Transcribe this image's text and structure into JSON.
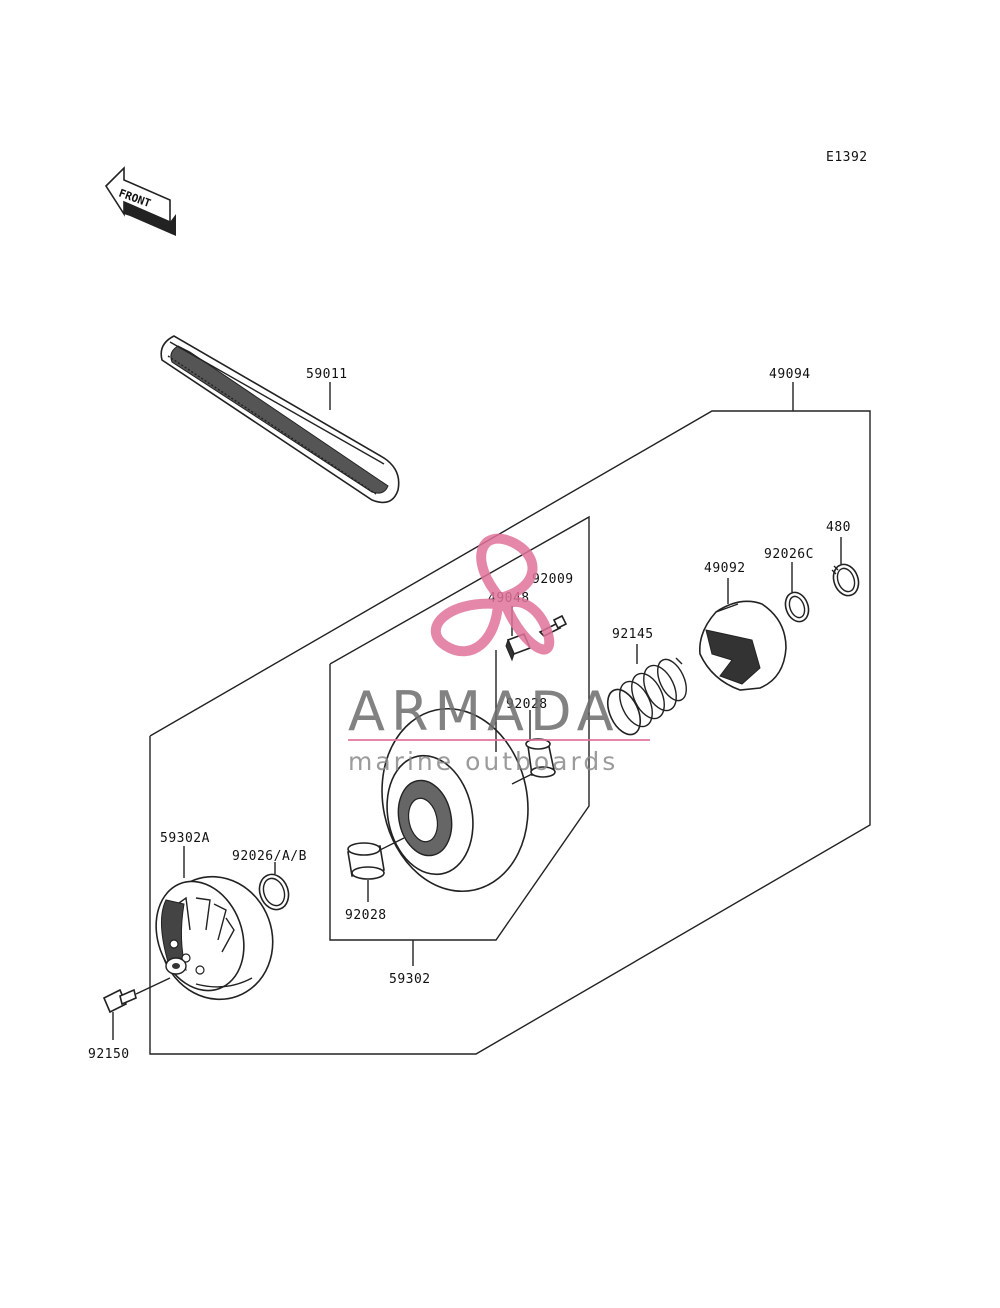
{
  "diagram_code": "E1392",
  "front_label": "FRONT",
  "watermark": {
    "brand": "ARMADA",
    "tagline": "marine outboards",
    "color": "#e0739a"
  },
  "parts": {
    "belt": "59011",
    "assembly": "49094",
    "bolt_top": "92009",
    "slider": "49048",
    "spring": "92145",
    "cam": "49092",
    "washer_c": "92026C",
    "circlip": "480",
    "bushing_upper": "92028",
    "bushing_lower": "92028",
    "sheave_sub": "59302",
    "sheave_a": "59302A",
    "washer_ab": "92026/A/B",
    "bolt_main": "92150"
  }
}
